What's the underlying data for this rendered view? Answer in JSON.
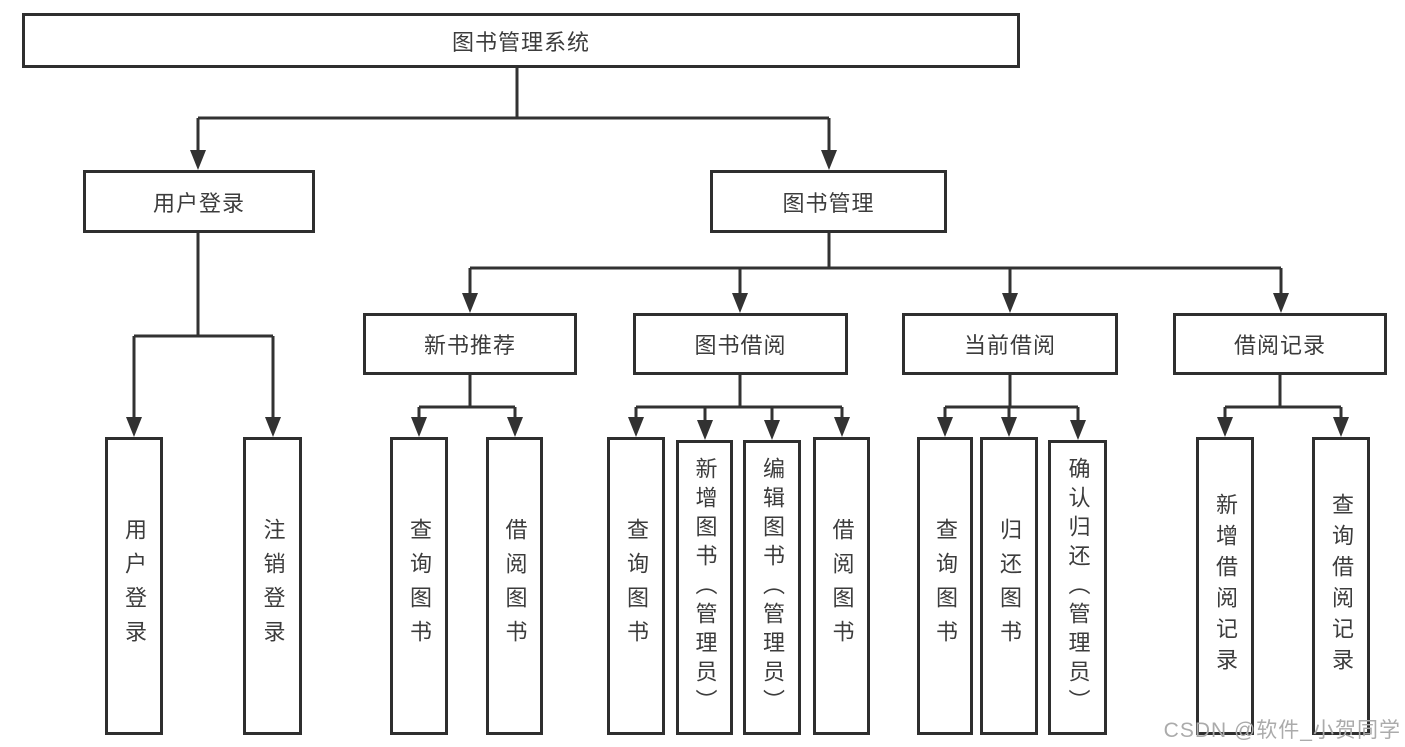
{
  "diagram_title": "图书管理系统",
  "watermark": "CSDN @软件_小贺同学",
  "colors": {
    "line": "#323232",
    "box_border": "#2f2f2f",
    "text": "#3c3c3c",
    "watermark": "#ababab",
    "background": "#ffffff"
  },
  "tree": {
    "label": "图书管理系统",
    "children": [
      {
        "label": "用户登录",
        "children": [
          {
            "label": "用户登录"
          },
          {
            "label": "注销登录"
          }
        ]
      },
      {
        "label": "图书管理",
        "children": [
          {
            "label": "新书推荐",
            "children": [
              {
                "label": "查询图书"
              },
              {
                "label": "借阅图书"
              }
            ]
          },
          {
            "label": "图书借阅",
            "children": [
              {
                "label": "查询图书"
              },
              {
                "label": "新增图书（管理员）"
              },
              {
                "label": "编辑图书（管理员）"
              },
              {
                "label": "借阅图书"
              }
            ]
          },
          {
            "label": "当前借阅",
            "children": [
              {
                "label": "查询图书"
              },
              {
                "label": "归还图书"
              },
              {
                "label": "确认归还（管理员）"
              }
            ]
          },
          {
            "label": "借阅记录",
            "children": [
              {
                "label": "新增借阅记录"
              },
              {
                "label": "查询借阅记录"
              }
            ]
          }
        ]
      }
    ]
  }
}
